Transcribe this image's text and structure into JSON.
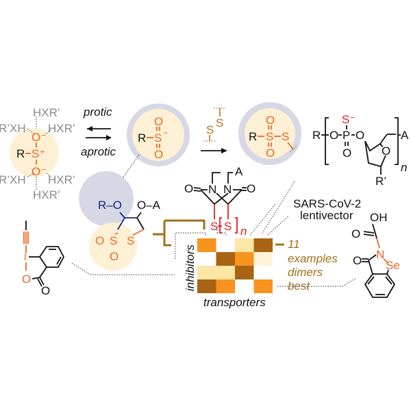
{
  "colors": {
    "orange": "#f0661e",
    "red": "#e81c1c",
    "navy": "#1a2478",
    "brown": "#a0701a",
    "ring": "#d6d8e6",
    "halo": "#fdf0d5",
    "heat_dark": "#a86412",
    "heat_orange": "#f7931e",
    "heat_light": "#fde6a6",
    "heat_pale": "#fdf3d8",
    "heat_white": "#ffffff"
  },
  "solvation": {
    "hxr": "HXR’",
    "rxh": "R’XH",
    "o_minus": "O⁻",
    "r": "R",
    "s_plus": "S⁺"
  },
  "equilibrium": {
    "protic": "protic",
    "aprotic": "aprotic"
  },
  "sulfinate": {
    "r": "R",
    "s": "S",
    "o": "O",
    "minus": "−"
  },
  "thiosulfonate": {
    "r": "R",
    "s": "S",
    "o": "O"
  },
  "disulfide": {
    "s": "S"
  },
  "phosphorothioate": {
    "r": "R",
    "o": "O",
    "p": "P",
    "s_minus": "S⁻",
    "a": "A",
    "r_prime": "R’",
    "n": "n"
  },
  "dithiane": {
    "ro": "R–O",
    "oa": "O–A",
    "o": "O",
    "s": "S"
  },
  "dimer": {
    "o": "O",
    "n": "N",
    "a": "A",
    "s": "S",
    "n_sub": "n"
  },
  "labels": {
    "sars": "SARS-CoV-2",
    "lentivector": "lentivector",
    "count": "11",
    "examples": "examples",
    "dimers": "dimers",
    "best": "best",
    "inhibitors": "inhibitors",
    "transporters": "transporters"
  },
  "ebselen": {
    "oh": "OH",
    "o": "O",
    "n": "N",
    "se": "Se"
  },
  "ebx": {
    "i": "I",
    "o": "O"
  },
  "heatmap": {
    "rows": 4,
    "cols": 4,
    "levels": [
      [
        "orange",
        "white",
        "light",
        "dark"
      ],
      [
        "white",
        "dark",
        "orange",
        "pale"
      ],
      [
        "light",
        "light",
        "dark",
        "white"
      ],
      [
        "dark",
        "orange",
        "white",
        "orange"
      ]
    ]
  }
}
